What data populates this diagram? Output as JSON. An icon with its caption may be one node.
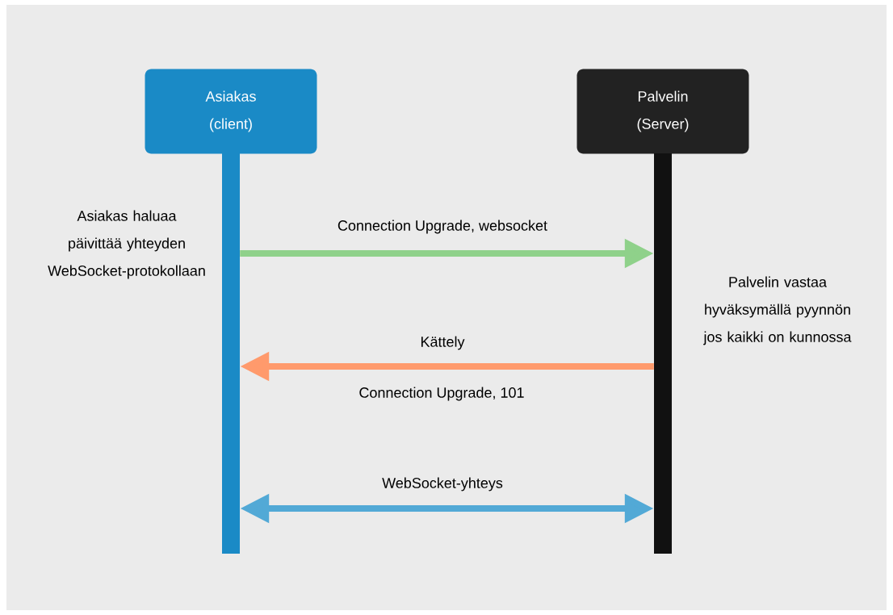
{
  "diagram": {
    "nodes": [
      {
        "text": [
          "Asiakas",
          "(client)"
        ]
      },
      {
        "text": [
          "Palvelin",
          "(Server)"
        ]
      },
      {
        "text": [],
        "shape": "bar"
      },
      {
        "text": [],
        "shape": "bar"
      }
    ],
    "edges": [
      {
        "from": 2,
        "to": 3,
        "arrow": "to",
        "label": "Connection Upgrade, websocket",
        "color": "#8fd18a"
      },
      {
        "from": 3,
        "to": 2,
        "arrow": "to",
        "label": "Kättely",
        "color": "#ff9a6c"
      },
      {
        "from": 2,
        "to": 3,
        "arrow": "both",
        "label": "WebSocket-yhteys",
        "color": "#52a9d6"
      }
    ],
    "labels": [
      "Asiakas haluaa päivittää yhteyden WebSocket-protokollaan",
      "Palvelin vastaa hyväksymällä pyynnön jos kaikki on kunnossa",
      "Connection Upgrade, 101"
    ]
  }
}
